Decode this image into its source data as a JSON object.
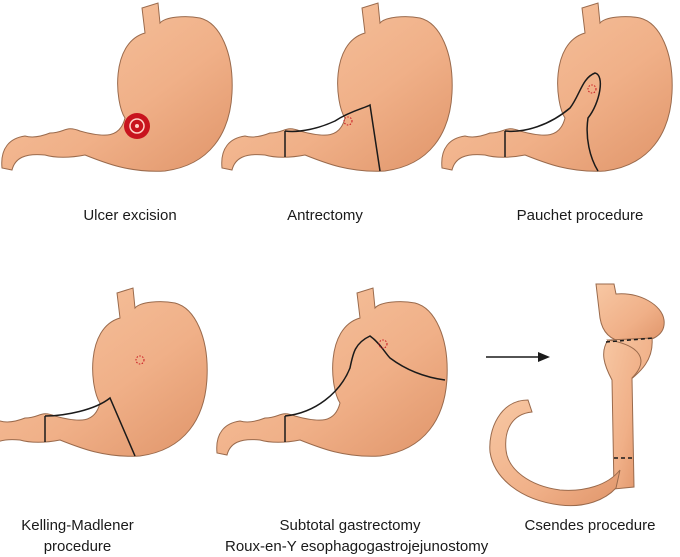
{
  "colors": {
    "tissue": "#f2b58c",
    "tissue_dark": "#e39c70",
    "outline": "#9a6a4c",
    "cut_line": "#1a1a1a",
    "ulcer": "#c8141e",
    "ulcer_center": "#ffd3c8",
    "arrow": "#1a1a1a"
  },
  "panels": [
    {
      "id": "ulcer-excision",
      "caption_lines": [
        "Ulcer excision"
      ]
    },
    {
      "id": "antrectomy",
      "caption_lines": [
        "Antrectomy"
      ]
    },
    {
      "id": "pauchet",
      "caption_lines": [
        "Pauchet procedure"
      ]
    },
    {
      "id": "kelling-madlener",
      "caption_lines": [
        "Kelling-Madlener",
        "procedure"
      ]
    },
    {
      "id": "subtotal-gastrectomy",
      "caption_lines": [
        "Subtotal gastrectomy",
        "Roux-en-Y esophagogastrojejunostomy"
      ]
    },
    {
      "id": "csendes",
      "caption_lines": [
        "Csendes procedure"
      ]
    }
  ]
}
